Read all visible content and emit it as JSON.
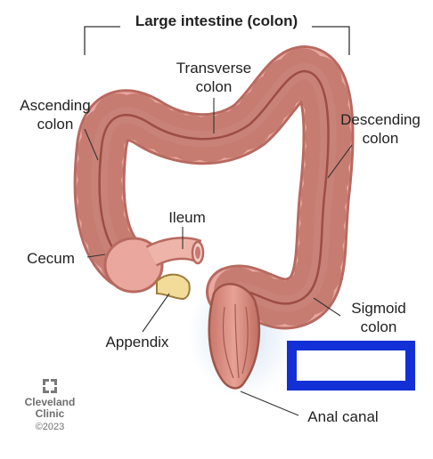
{
  "title": "Large intestine (colon)",
  "labels": {
    "transverse_colon": [
      "Transverse",
      "colon"
    ],
    "ascending_colon": [
      "Ascending",
      "colon"
    ],
    "descending_colon": [
      "Descending",
      "colon"
    ],
    "ileum": "Ileum",
    "cecum": "Cecum",
    "sigmoid_colon": [
      "Sigmoid",
      "colon"
    ],
    "appendix": "Appendix",
    "anal_canal": "Anal canal"
  },
  "logo": {
    "line1": "Cleveland",
    "line2": "Clinic",
    "copyright": "©2023"
  },
  "colors": {
    "tissue": "#e9a79e",
    "tissue_dark": "#b86a60",
    "tissue_light": "#f6cdc4",
    "band": "#9c4d44",
    "appendix": "#f3dc9a",
    "halo": "#cfe0f2",
    "redaction_box": "#1330d6"
  }
}
